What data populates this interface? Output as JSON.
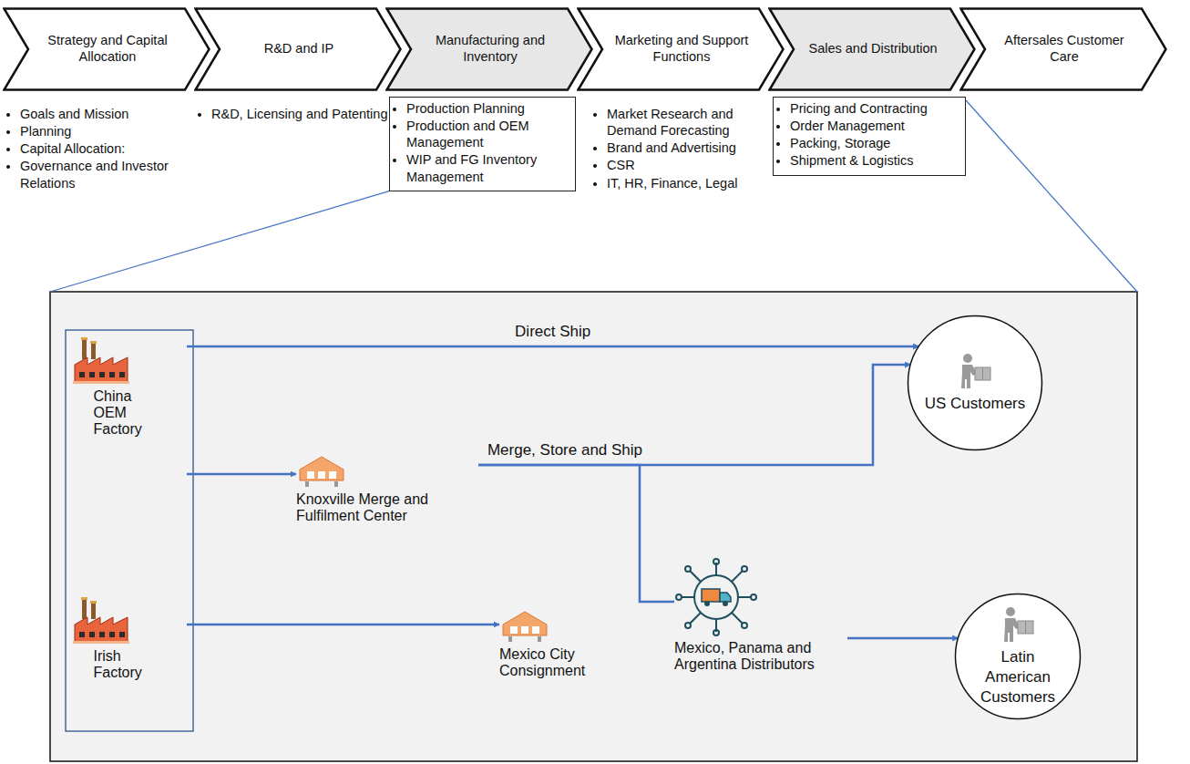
{
  "diagram": {
    "nodes": [
      {
        "text": [
          "Strategy and Capital Allocation"
        ]
      },
      {
        "text": [
          "R&D and IP"
        ]
      },
      {
        "text": [
          "Manufacturing and Inventory"
        ]
      },
      {
        "text": [
          "Marketing and Support Functions"
        ]
      },
      {
        "text": [
          "Sales and Distribution"
        ]
      },
      {
        "text": [
          "Aftersales Customer Care"
        ]
      },
      {
        "text": [
          "Production Planning",
          "Production and OEM Management",
          "WIP and FG Inventory Management"
        ]
      },
      {
        "text": [
          "Pricing and Contracting",
          "Order Management",
          "Packing, Storage",
          "Shipment & Logistics"
        ]
      },
      {
        "text": [
          "China OEM Factory"
        ]
      },
      {
        "text": [
          "Knoxville Merge and Fulfilment Center"
        ]
      },
      {
        "text": [
          "Irish Factory"
        ]
      },
      {
        "text": [
          "Mexico City Consignment"
        ]
      },
      {
        "text": [
          "Mexico, Panama and Argentina Distributors"
        ]
      },
      {
        "text": [
          "US Customers"
        ]
      },
      {
        "text": [
          "Latin American Customers"
        ]
      }
    ],
    "edges": [
      {
        "from": 8,
        "to": 13,
        "label": "Direct Ship",
        "arrow": "to"
      },
      {
        "from": 8,
        "to": 9,
        "arrow": "to"
      },
      {
        "from": 9,
        "to": 13,
        "label": "Merge, Store and Ship",
        "arrow": "to"
      },
      {
        "from": 9,
        "to": 12,
        "arrow": "none"
      },
      {
        "from": 10,
        "to": 11,
        "arrow": "to"
      },
      {
        "from": 12,
        "to": 14,
        "arrow": "to"
      }
    ],
    "labels": [
      "Goals and Mission",
      "Planning",
      "Capital Allocation:",
      "Governance and Investor Relations",
      "R&D, Licensing and Patenting",
      "Market Research and Demand Forecasting",
      "Brand and Advertising",
      "CSR",
      "IT, HR, Finance, Legal"
    ]
  }
}
